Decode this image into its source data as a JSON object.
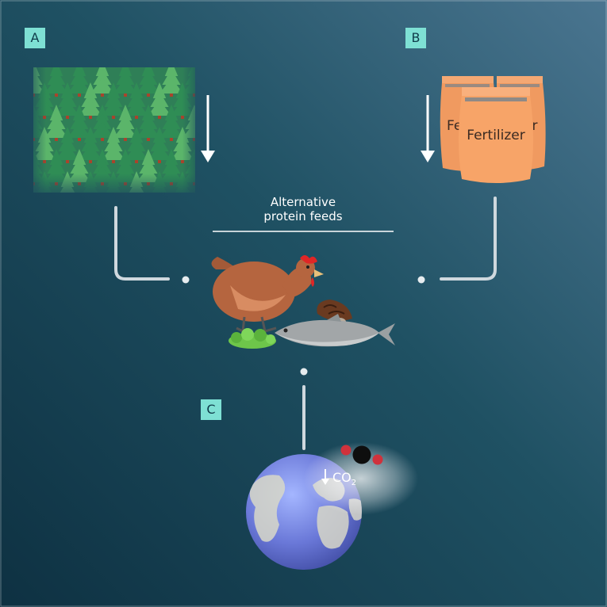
{
  "panels": {
    "a": {
      "letter": "A"
    },
    "b": {
      "letter": "B"
    },
    "c": {
      "letter": "C"
    }
  },
  "center": {
    "line1": "Alternative",
    "line2": "protein feeds"
  },
  "fertilizer": {
    "front_label": "Fertilizer",
    "left_partial": "Fe",
    "right_partial": "er"
  },
  "earth": {
    "co2_label": "CO",
    "co2_subscript": "2"
  },
  "colors": {
    "background_dark": "#0e3142",
    "background_light": "#4a7590",
    "badge": "#7ee0d4",
    "tree_light": "#5bb56a",
    "tree_dark": "#2f8d55",
    "fertilizer_bag": "#f4a06a",
    "connector": "#cfd8de"
  }
}
